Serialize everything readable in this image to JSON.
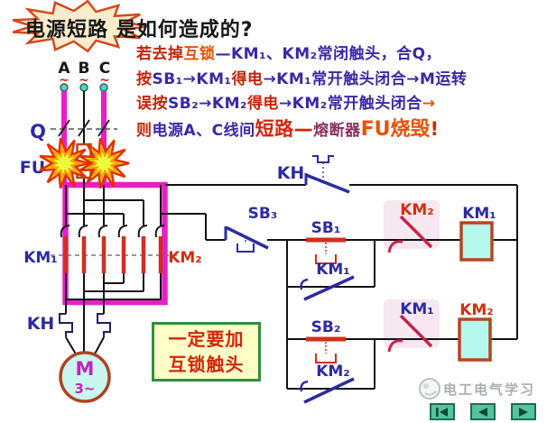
{
  "title": {
    "highlight": "电源短路",
    "rest": "是如何造成的?"
  },
  "analysis": {
    "line1": {
      "s1": "若去掉",
      "s2": "互锁",
      "s3": "—KM₁、KM₂常闭触头，合Q，"
    },
    "line2": {
      "s1": "按",
      "s2": "SB₁→KM₁",
      "s3": "得电",
      "s4": "→KM₁常开触头闭合→M运转"
    },
    "line3": {
      "s1": "误按",
      "s2": "SB₂→KM₂",
      "s3": "得电",
      "s4": "→KM₂常开触头闭合",
      "s5": "→"
    },
    "line4": {
      "s1": "则",
      "s2": "电源A、C线间",
      "s3": "短路—",
      "s4": "熔断器",
      "s5": "FU烧毁",
      "s6": "!"
    }
  },
  "note": {
    "line1": "一定要加",
    "line2": "互锁触头"
  },
  "circuit": {
    "phases": {
      "a": "A",
      "b": "B",
      "c": "C"
    },
    "tilde": "~",
    "q": "Q",
    "fu": "FU",
    "km1_main": "KM₁",
    "km2_main": "KM₂",
    "kh_main": "KH",
    "motor": "M",
    "motor_type": "3~",
    "kh_contact": "KH",
    "sb3": "SB₃",
    "sb1": "SB₁",
    "sb2": "SB₂",
    "km1_aux": "KM₁",
    "km2_aux": "KM₂",
    "km2_interlock": "KM₂",
    "km1_interlock": "KM₁",
    "km1_coil": "KM₁",
    "km2_coil": "KM₂"
  },
  "footer": {
    "watermark": "电工电气学习"
  },
  "icons": {
    "nav_first": "skip-to-first",
    "nav_prev": "previous",
    "nav_next": "next",
    "explosion": "explosion-burst",
    "title_burst": "starburst"
  },
  "colors": {
    "highlight_path": "#e81ec8",
    "label_blue": "#2d2ba0",
    "label_red": "#d03010",
    "contact_red": "#cf2f1d",
    "interlock_red": "#c72447",
    "coil_fill": "#b6f8ec",
    "coil_border": "#b5461f",
    "note_border": "#2f8f3c",
    "note_bg": "#ffffc6",
    "nav_teal": "#55c39d"
  }
}
